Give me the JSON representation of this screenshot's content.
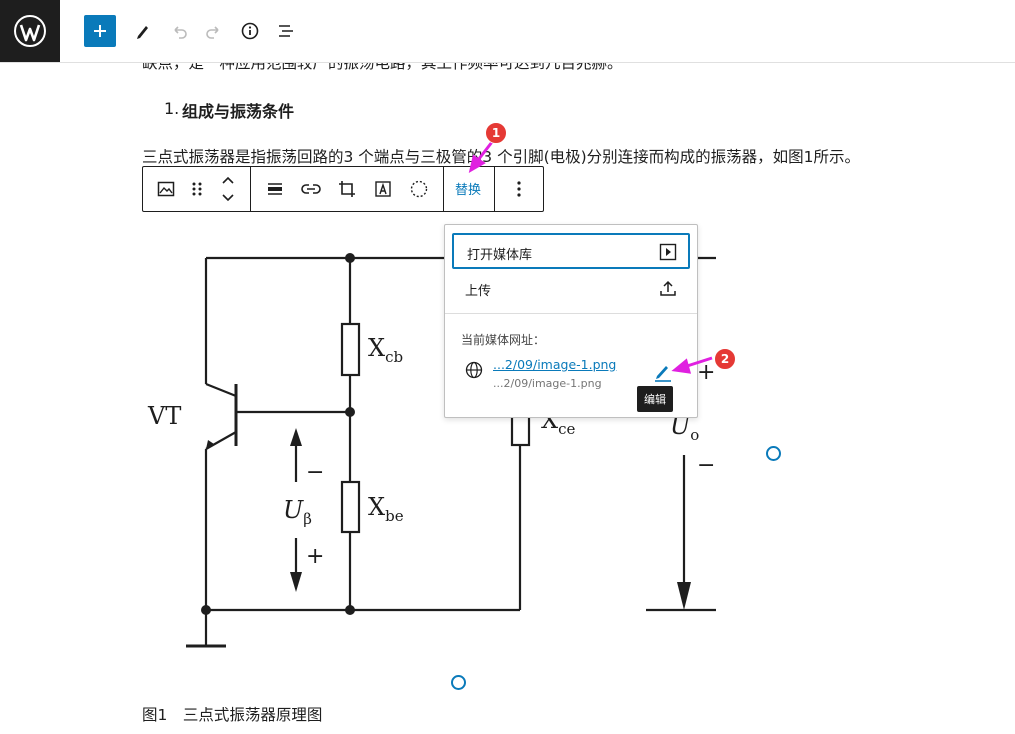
{
  "toolbar": {
    "logo": "wordpress-logo",
    "icons": [
      "plus-icon",
      "pencil-icon",
      "undo-icon",
      "redo-icon",
      "info-icon",
      "list-view-icon"
    ]
  },
  "content": {
    "para_top": "缺点，是一种应用范围较广的振荡电路，其工作频率可达到几百兆赫。",
    "heading_num": "1.",
    "heading": "组成与振荡条件",
    "para_main": "三点式振荡器是指振荡回路的3 个端点与三极管的3 个引脚(电极)分别连接而构成的振荡器，如图1所示。",
    "caption": "图1　三点式振荡器原理图"
  },
  "block_toolbar": {
    "replace_label": "替换",
    "icons": [
      "image-icon",
      "drag-handle-icon",
      "move-up-down-icon",
      "align-icon",
      "link-icon",
      "crop-icon",
      "text-overlay-icon",
      "duotone-icon",
      "more-options-icon"
    ]
  },
  "popover": {
    "open_library": "打开媒体库",
    "upload": "上传",
    "current_url_label": "当前媒体网址：",
    "url_display": "...2/09/image-1.png",
    "url_sub": "...2/09/image-1.png",
    "edit_tooltip": "编辑"
  },
  "circuit": {
    "vt": "VT",
    "xcb": "X",
    "xcb_sub": "cb",
    "xbe": "X",
    "xbe_sub": "be",
    "xce": "X",
    "xce_sub": "ce",
    "ub": "U",
    "ub_sub": "β",
    "uo": "U",
    "uo_sub": "o",
    "minus": "−",
    "plus": "+"
  },
  "annotations": {
    "badge1": "1",
    "badge2": "2",
    "accent": "#e53935",
    "arrow": "#e020e0"
  },
  "colors": {
    "wp_blue": "#0a7aba",
    "dark": "#1e1e1e"
  }
}
